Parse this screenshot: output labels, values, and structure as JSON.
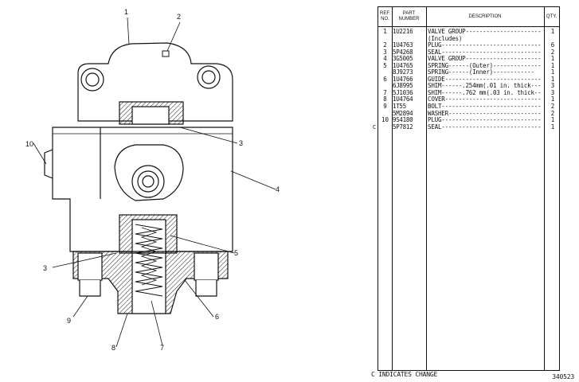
{
  "diagram": {
    "callouts": [
      {
        "id": "c1",
        "label": "1"
      },
      {
        "id": "c2",
        "label": "2"
      },
      {
        "id": "c3a",
        "label": "3"
      },
      {
        "id": "c3b",
        "label": "3"
      },
      {
        "id": "c4",
        "label": "4"
      },
      {
        "id": "c5",
        "label": "5"
      },
      {
        "id": "c6",
        "label": "6"
      },
      {
        "id": "c7",
        "label": "7"
      },
      {
        "id": "c8",
        "label": "8"
      },
      {
        "id": "c9",
        "label": "9"
      },
      {
        "id": "c10",
        "label": "10"
      }
    ]
  },
  "table": {
    "headers": {
      "ref": "REF.\nNO.",
      "part": "PART\nNUMBER",
      "description": "DESCRIPTION",
      "qty": "QTY."
    },
    "rows": [
      {
        "mark": "",
        "ref": "1",
        "part": "1U2216",
        "desc": "VALVE GROUP--------------------------------",
        "qty": "1"
      },
      {
        "mark": "",
        "ref": "",
        "part": "",
        "desc": "   (Includes)",
        "qty": ""
      },
      {
        "mark": "",
        "ref": "2",
        "part": "1U4763",
        "desc": "     PLUG-------------------------------",
        "qty": "6"
      },
      {
        "mark": "",
        "ref": "3",
        "part": "5P4268",
        "desc": "SEAL-------------------------------------",
        "qty": "2"
      },
      {
        "mark": "",
        "ref": "4",
        "part": "3G5005",
        "desc": "VALVE GROUP--------------------------",
        "qty": "1"
      },
      {
        "mark": "",
        "ref": "5",
        "part": "1U4765",
        "desc": "SPRING------(Outer)--------------",
        "qty": "1"
      },
      {
        "mark": "",
        "ref": "",
        "part": "8J9273",
        "desc": "SPRING------(Inner)------------",
        "qty": "1"
      },
      {
        "mark": "",
        "ref": "6",
        "part": "1U4766",
        "desc": "GUIDE-----------------------------------",
        "qty": "1"
      },
      {
        "mark": "",
        "ref": "",
        "part": "6J8995",
        "desc": "SHIM------.254mm(.01 in. thick---",
        "qty": "3"
      },
      {
        "mark": "",
        "ref": "7",
        "part": "5J1036",
        "desc": "SHIM------.762 mm(.03 in. thick---",
        "qty": "3"
      },
      {
        "mark": "",
        "ref": "8",
        "part": "1U4764",
        "desc": "COVER-----------------------------------",
        "qty": "1"
      },
      {
        "mark": "",
        "ref": "9",
        "part": "1T55",
        "desc": "BOLT--------------------------------------",
        "qty": "2"
      },
      {
        "mark": "",
        "ref": "",
        "part": "5M2894",
        "desc": "WASHER---------------------------------",
        "qty": "2"
      },
      {
        "mark": "",
        "ref": "10",
        "part": "9S4180",
        "desc": "PLUG-------------------------------------",
        "qty": "1"
      },
      {
        "mark": "C",
        "ref": "",
        "part": "5P7812",
        "desc": "SEAL--------------------------------------",
        "qty": "1"
      }
    ]
  },
  "footer": {
    "legend": "C INDICATES CHANGE",
    "illustration_number": "340523"
  }
}
